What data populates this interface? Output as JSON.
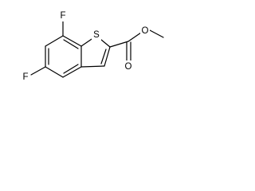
{
  "molecule": {
    "atoms": {
      "fluorine_top": "F",
      "fluorine_left": "F",
      "sulfur": "S",
      "oxygen_carbonyl": "O",
      "oxygen_ester": "O"
    }
  }
}
